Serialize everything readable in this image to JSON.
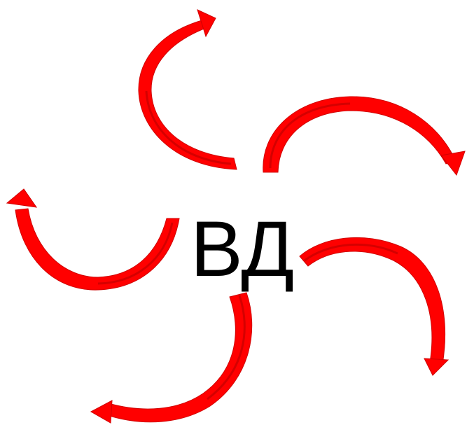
{
  "center_label": "ВД",
  "colors": {
    "arrow_fill": "#ff0000",
    "arrow_shade": "#b30000",
    "label": "#000000",
    "background": "#ffffff"
  },
  "arrows": [
    {
      "name": "curved-arrow-top",
      "direction": "up-right"
    },
    {
      "name": "curved-arrow-upper-right",
      "direction": "down-right"
    },
    {
      "name": "curved-arrow-left",
      "direction": "up-left"
    },
    {
      "name": "curved-arrow-lower-right",
      "direction": "down"
    },
    {
      "name": "curved-arrow-bottom",
      "direction": "left"
    }
  ]
}
